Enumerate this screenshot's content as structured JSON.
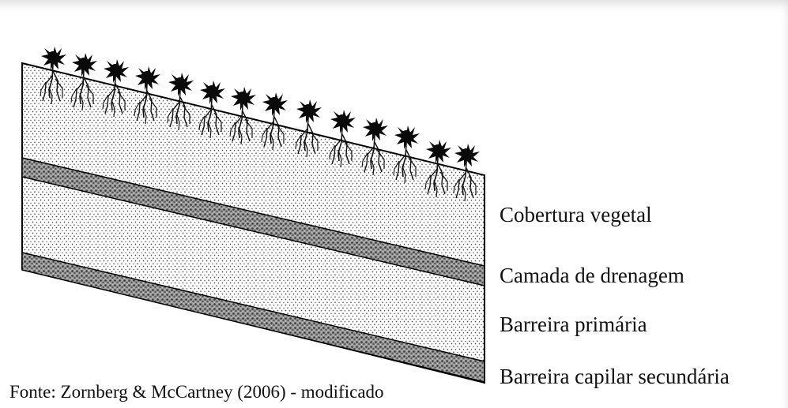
{
  "diagram": {
    "labels": {
      "vegetation": "Cobertura vegetal",
      "drainage": "Camada de drenagem",
      "primary_barrier": "Barreira primária",
      "capillary_barrier": "Barreira capilar secundária"
    },
    "source": "Fonte: Zornberg & McCartney (2006) - modificado"
  }
}
